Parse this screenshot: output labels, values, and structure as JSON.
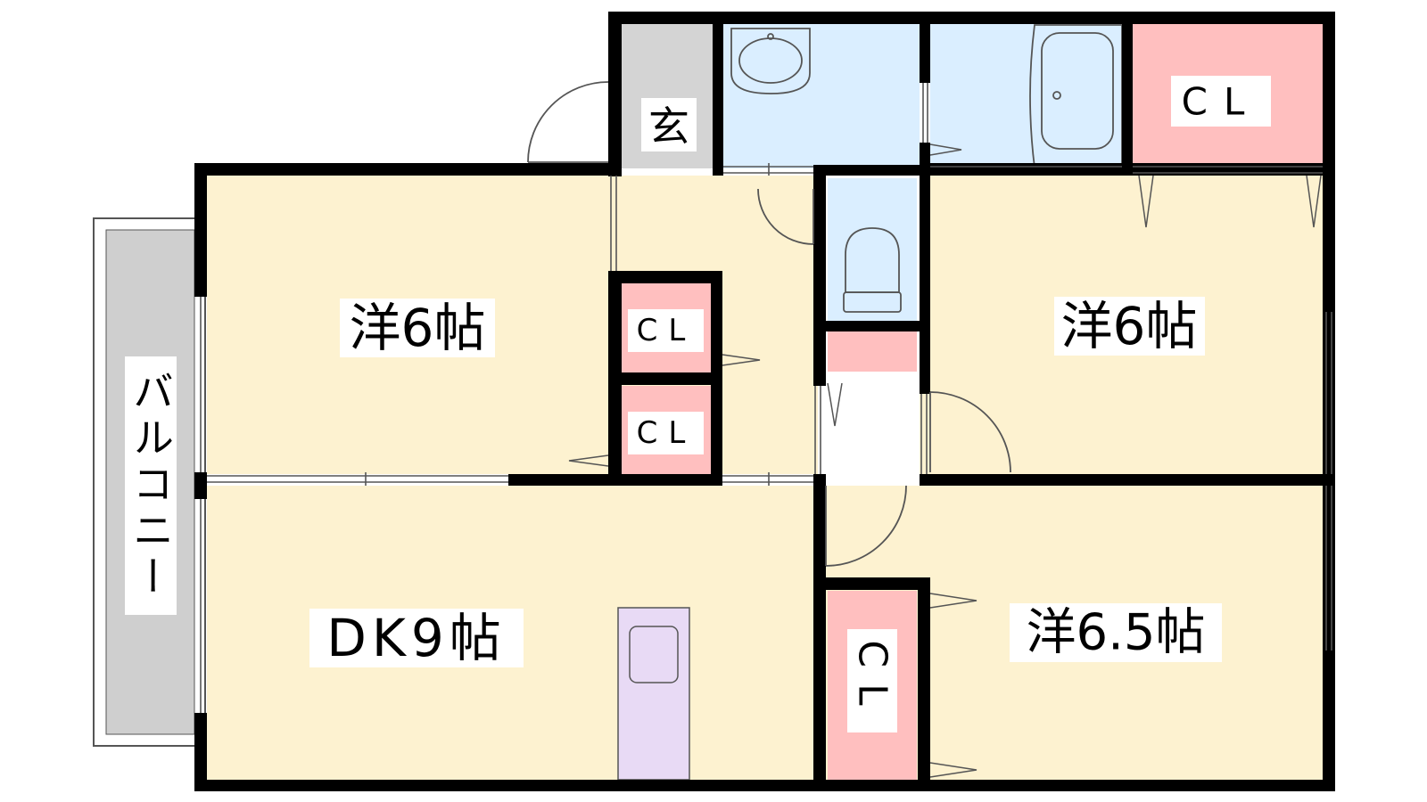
{
  "labels": {
    "genkan": "玄",
    "western_room_left": "洋6帖",
    "western_room_right": "洋6帖",
    "western_room_bottom_right": "洋6.5帖",
    "dining_kitchen": "DK9帖",
    "balcony": "バルコニー",
    "closet_top_right": "CL",
    "closet_upper_middle": "CL",
    "closet_lower_middle": "CL",
    "closet_bottom": "CL"
  },
  "colors": {
    "room_fill": "#fdf2d0",
    "wet_area_fill": "#daeeff",
    "closet_fill": "#ffbfbf",
    "genkan_fill": "#d4d4d4",
    "balcony_fill": "#cfcfcf",
    "kitchen_fill": "#e8daf5",
    "wall": "#000000"
  }
}
